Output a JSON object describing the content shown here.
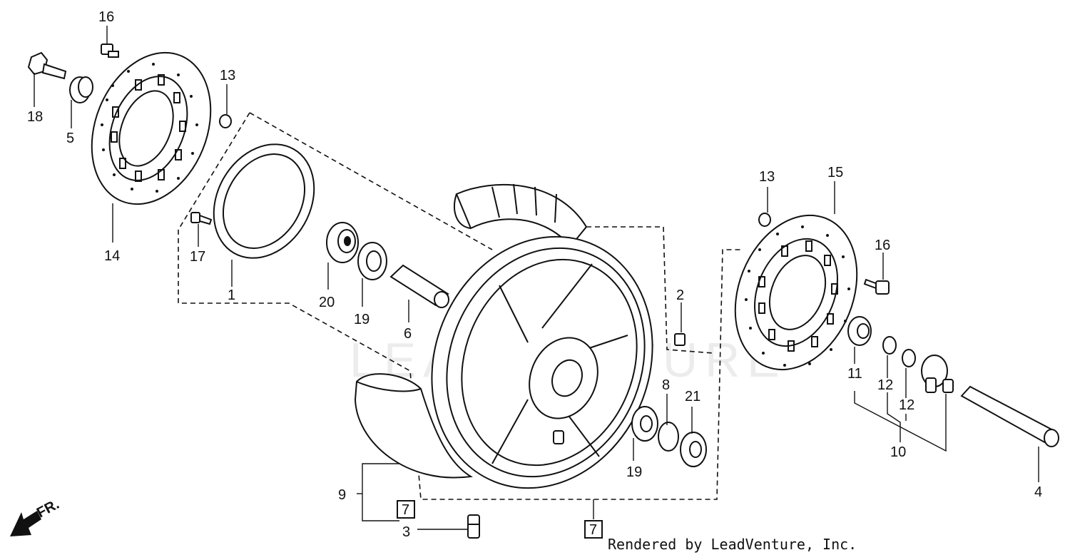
{
  "diagram": {
    "part_labels": {
      "p1": "1",
      "p2": "2",
      "p3": "3",
      "p4": "4",
      "p5": "5",
      "p6": "6",
      "p7a": "7",
      "p7b": "7",
      "p8": "8",
      "p9": "9",
      "p10": "10",
      "p11": "11",
      "p12a": "12",
      "p12b": "12",
      "p13a": "13",
      "p13b": "13",
      "p14": "14",
      "p15": "15",
      "p16a": "16",
      "p16b": "16",
      "p17": "17",
      "p18": "18",
      "p19a": "19",
      "p19b": "19",
      "p20": "20",
      "p21": "21"
    },
    "direction_indicator": "FR.",
    "watermark": "LEADVENTURE",
    "credit": "Rendered by LeadVenture, Inc."
  }
}
